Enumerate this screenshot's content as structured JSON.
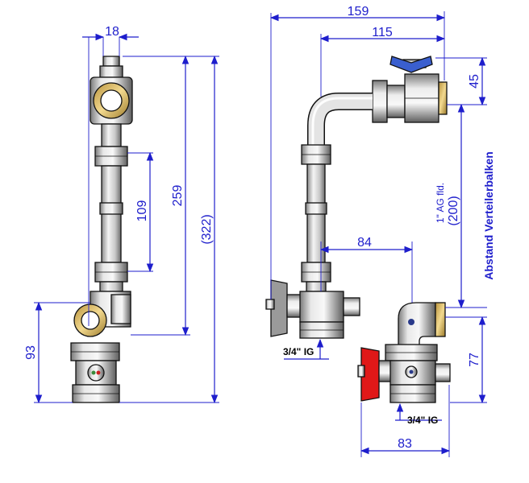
{
  "colors": {
    "dimension": "#1e1ecc",
    "outline": "#111111",
    "brass": "#e3c070",
    "steel_light": "#e6e6e6",
    "steel_mid": "#bcbcbc",
    "steel_dark": "#6a6a6a",
    "handle_red": "#e01818",
    "handle_blue": "#3a5fcf"
  },
  "left_view": {
    "dim_width": "18",
    "dim_lower_tube": "109",
    "dim_mid": "259",
    "dim_total": "(322)",
    "dim_bottom": "93"
  },
  "right_view": {
    "dim_top_total": "159",
    "dim_top_inner": "115",
    "dim_offset": "84",
    "dim_bottom_width": "83",
    "dim_right_top": "45",
    "dim_right_bottom": "77",
    "dim_spacing": "(200)",
    "label_spacing": "Abstand Verteilerbalken",
    "label_thread_top": "1\" AG fld.",
    "label_thread_left": "3/4\" IG",
    "label_thread_right": "3/4\" IG"
  }
}
